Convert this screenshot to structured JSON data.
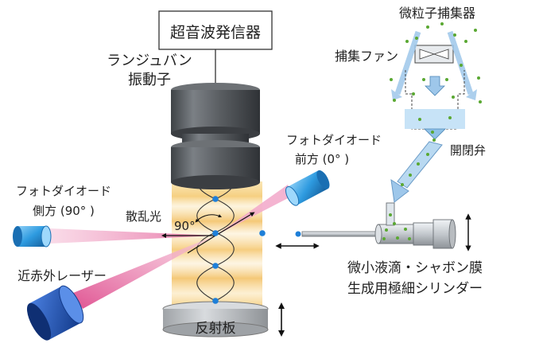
{
  "labels": {
    "generator": "超音波発信器",
    "transducer_line1": "ランジュバン",
    "transducer_line2": "振動子",
    "collector": "微粒子捕集器",
    "fan": "捕集ファン",
    "valve": "開閉弁",
    "photodiode_front_line1": "フォトダイオード",
    "photodiode_front_line2": "前方 (0° )",
    "photodiode_side_line1": "フォトダイオード",
    "photodiode_side_line2": "側方 (90° )",
    "scatter": "散乱光",
    "angle": "90°",
    "laser": "近赤外レーザー",
    "cylinder_line1": "微小液滴・シャボン膜",
    "cylinder_line2": "生成用極細シリンダー",
    "reflector": "反射板"
  },
  "colors": {
    "dark_metal": "#54585c",
    "light_metal": "#b8bcc0",
    "photodiode_blue": "#2e9be0",
    "laser_blue": "#1e4fb0",
    "beam_pink": "#e56aa0",
    "standing_wave_orange": "#f1b64a",
    "node_blue": "#1e7fd8",
    "arrow_blue": "#9ec7ea",
    "particle_green": "#5aa832",
    "water_blue": "#c7e3f7"
  }
}
